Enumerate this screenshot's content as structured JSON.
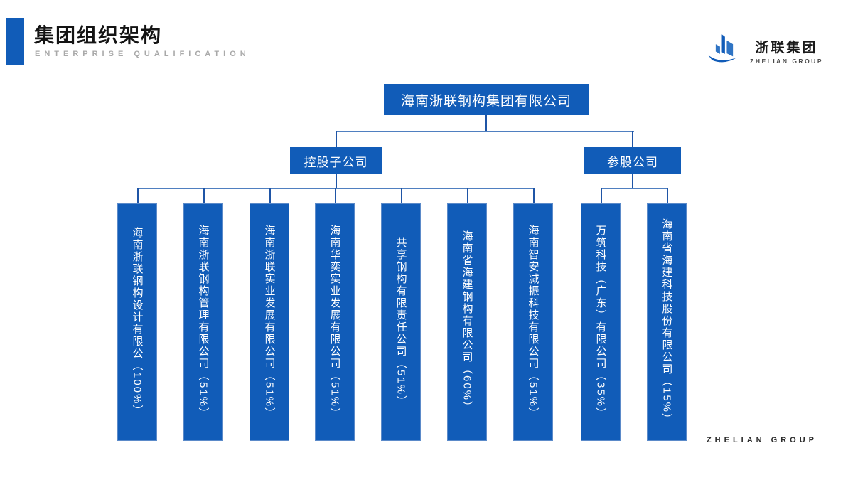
{
  "header": {
    "title": "集团组织架构",
    "subtitle": "ENTERPRISE QUALIFICATION"
  },
  "logo": {
    "icon": "building-icon",
    "name": "浙联集团",
    "subtitle": "ZHELIAN GROUP"
  },
  "org_chart": {
    "root": "海南浙联钢构集团有限公司",
    "branches": [
      {
        "label": "控股子公司",
        "children": [
          "海南浙联钢构设计有限公（100%）",
          "海南浙联钢构管理有限公司（51%）",
          "海南浙联实业发展有限公司（51%）",
          "海南华奕实业发展有限公司（51%）",
          "共享钢构有限责任公司（51%）",
          "海南省海建钢构有限公司（60%）",
          "海南智安减振科技有限公司（51%）"
        ]
      },
      {
        "label": "参股公司",
        "children": [
          "万筑科技（广东）有限公司（35%）",
          "海南省海建科技股份有限公司（15%）"
        ]
      }
    ]
  },
  "footer": {
    "text": "ZHELIAN GROUP"
  },
  "colors": {
    "box_blue": "#115cb8",
    "accent_bar": "#115cb8",
    "line_dark": "#1f55a6",
    "line_light": "#4f7fc0"
  }
}
